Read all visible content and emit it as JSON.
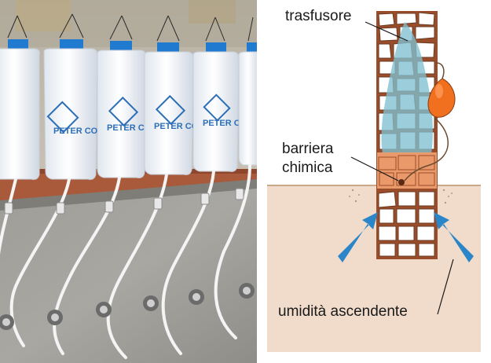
{
  "photo": {
    "bag_brand": "PETER CO"
  },
  "diagram": {
    "label_trasfusore": "trasfusore",
    "label_barriera_line1": "barriera",
    "label_barriera_line2": "chimica",
    "label_umidita": "umidità ascendente"
  },
  "colors": {
    "soil": "#f1dccb",
    "wall_stone": "#ffffff",
    "mortar": "#9a4d2a",
    "chemical_zone": "#f0a070",
    "blue_zone": "#7fbfcf",
    "injector_orange": "#f07020",
    "arrow_blue": "#2a86c8",
    "bag_cap_blue": "#1f7ad0"
  }
}
